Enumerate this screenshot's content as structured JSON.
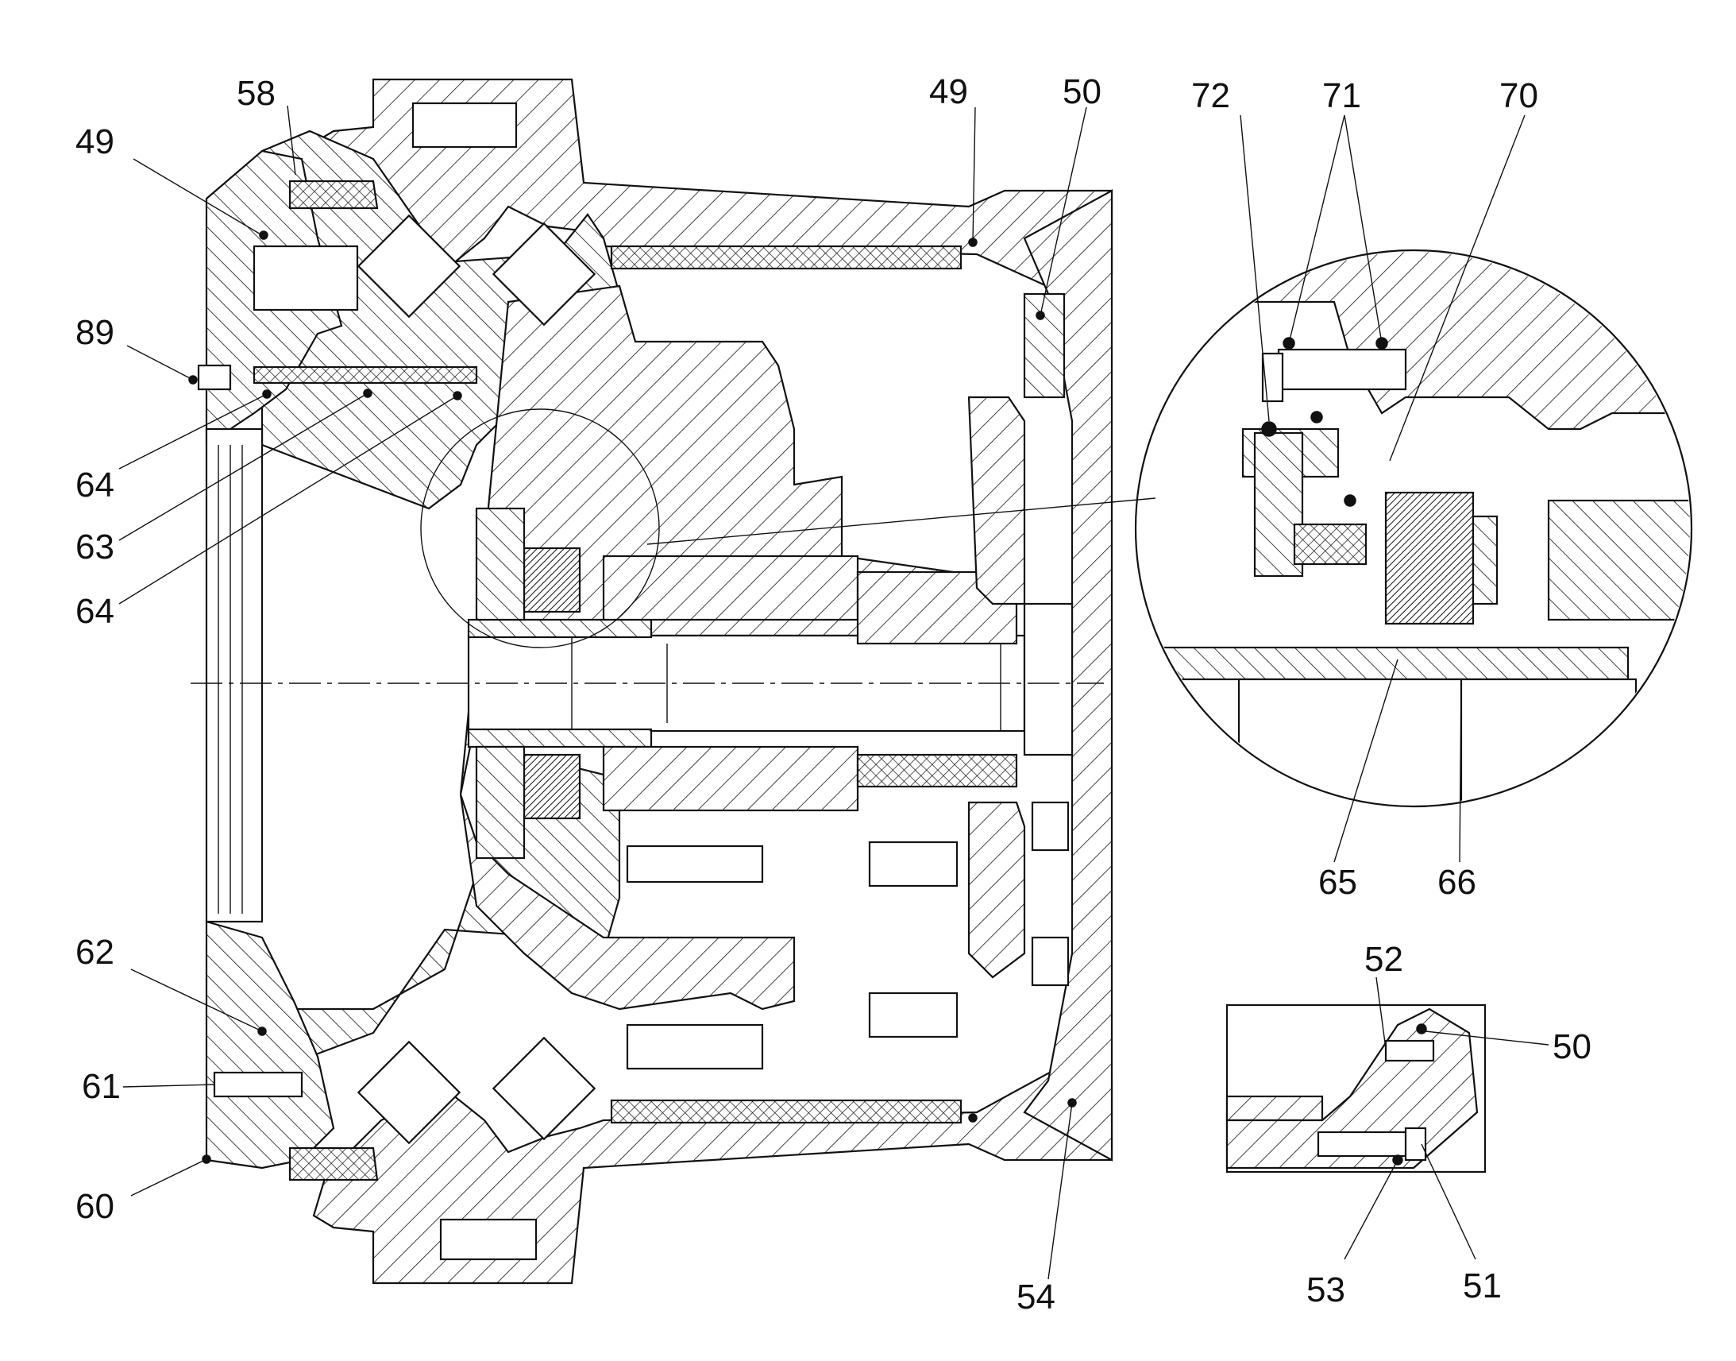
{
  "figure": {
    "callouts": [
      {
        "id": "c58a",
        "text": "58"
      },
      {
        "id": "c49a",
        "text": "49"
      },
      {
        "id": "c89",
        "text": "89"
      },
      {
        "id": "c64a",
        "text": "64"
      },
      {
        "id": "c63",
        "text": "63"
      },
      {
        "id": "c64b",
        "text": "64"
      },
      {
        "id": "c62",
        "text": "62"
      },
      {
        "id": "c61",
        "text": "61"
      },
      {
        "id": "c60",
        "text": "60"
      },
      {
        "id": "c49b",
        "text": "49"
      },
      {
        "id": "c50a",
        "text": "50"
      },
      {
        "id": "c54",
        "text": "54"
      },
      {
        "id": "c72",
        "text": "72"
      },
      {
        "id": "c71",
        "text": "71"
      },
      {
        "id": "c70",
        "text": "70"
      },
      {
        "id": "c65",
        "text": "65"
      },
      {
        "id": "c66",
        "text": "66"
      },
      {
        "id": "c52",
        "text": "52"
      },
      {
        "id": "c50b",
        "text": "50"
      },
      {
        "id": "c53",
        "text": "53"
      },
      {
        "id": "c51",
        "text": "51"
      }
    ]
  }
}
